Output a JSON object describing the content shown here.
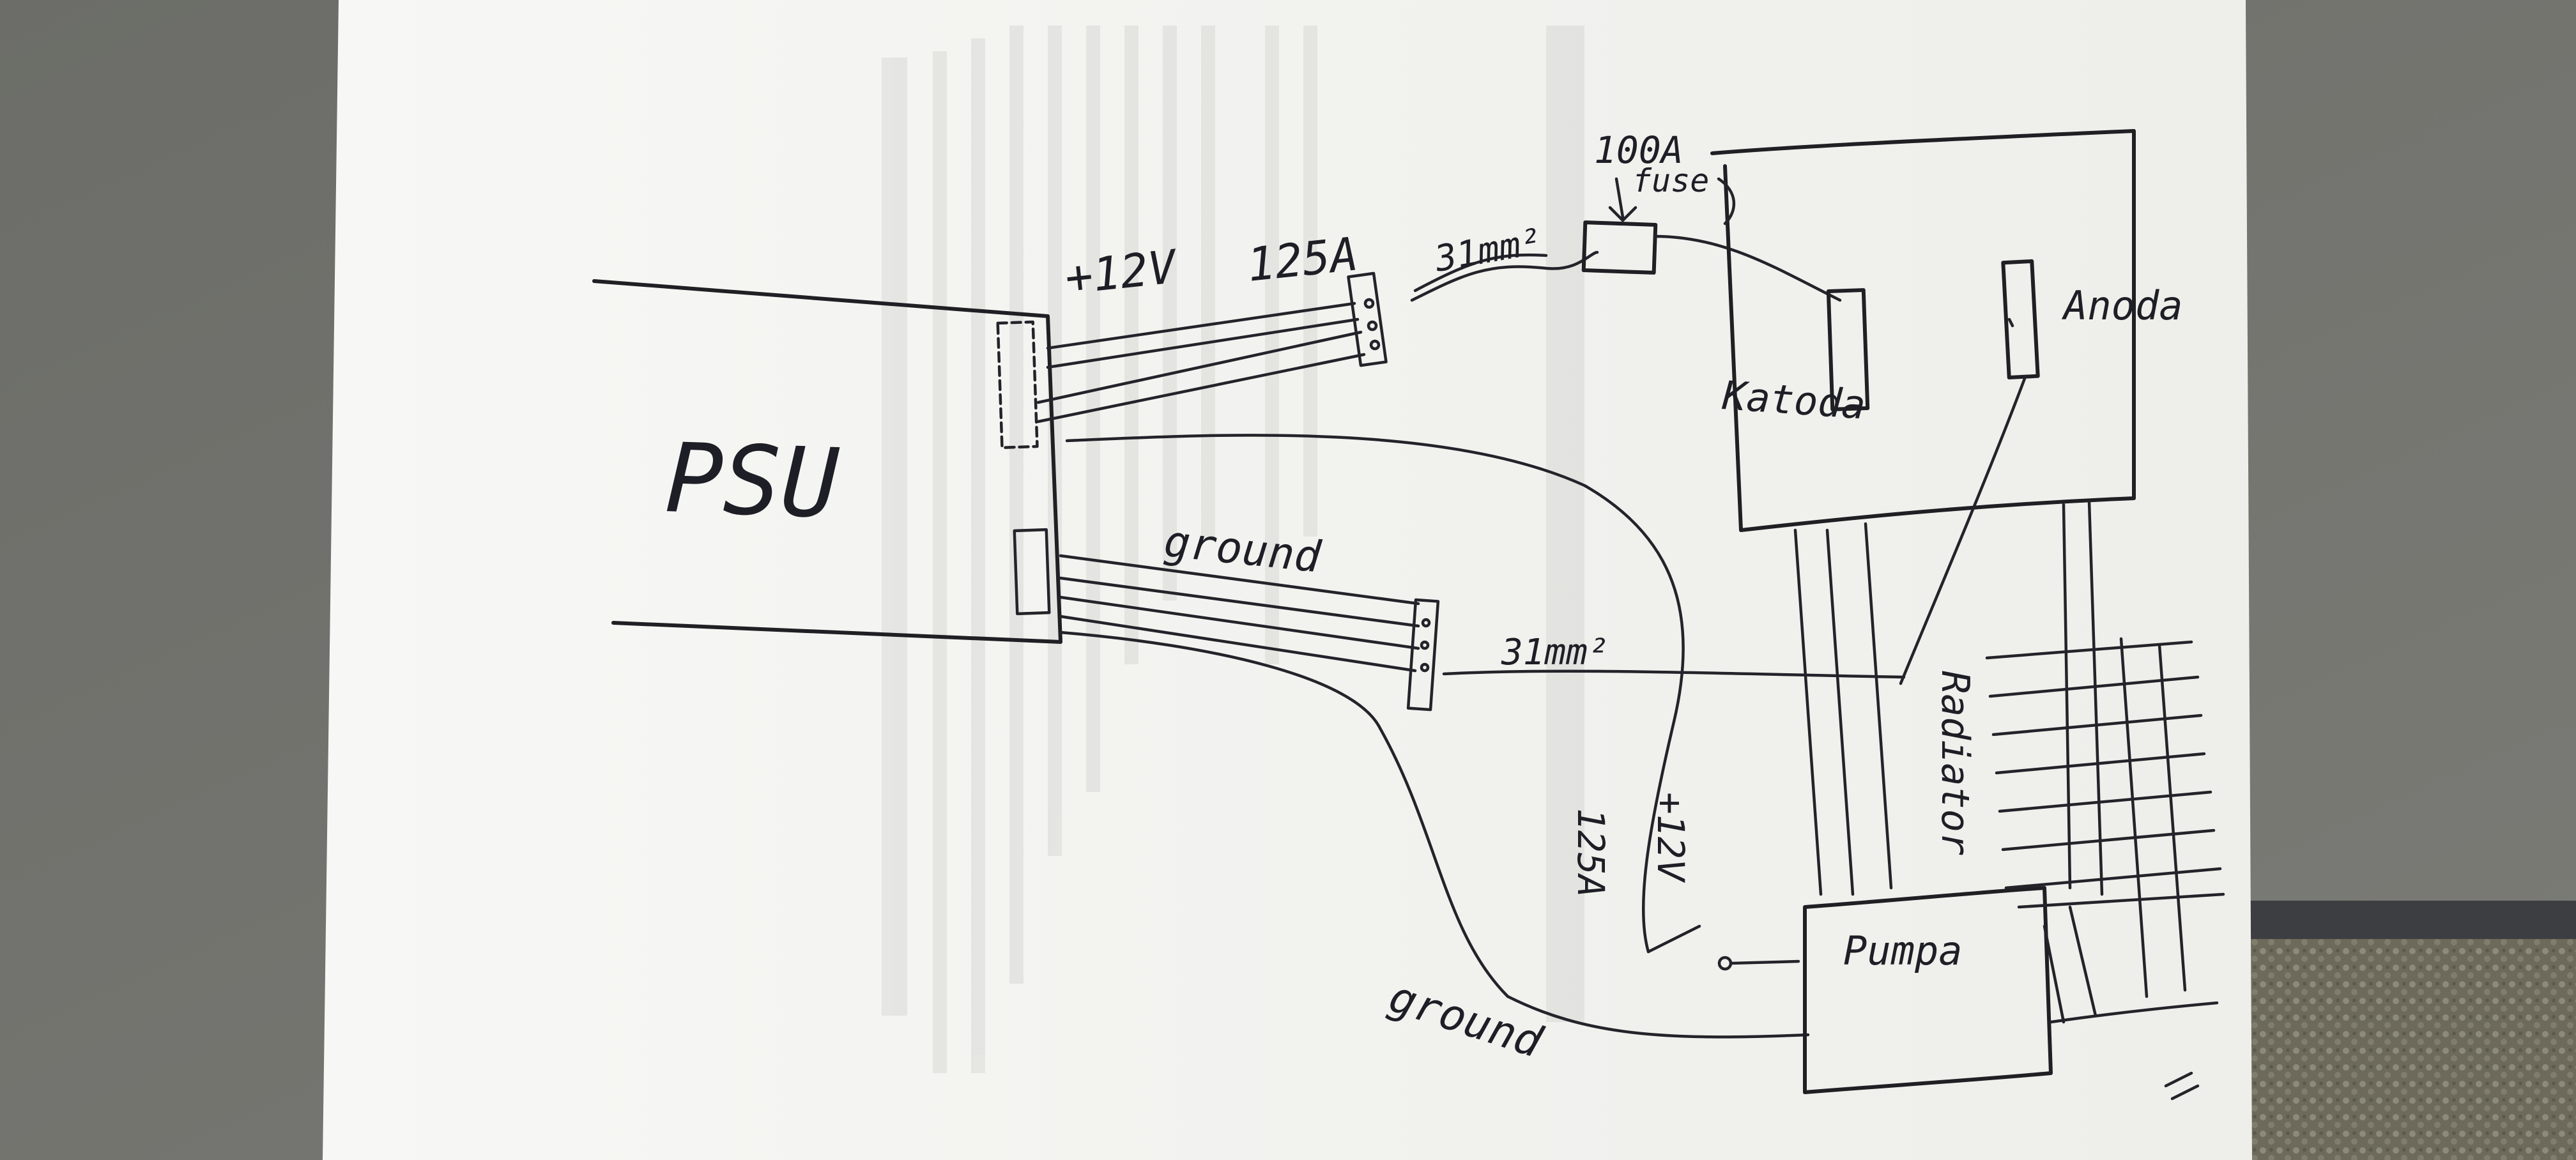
{
  "diagram": {
    "labels": {
      "psu": "PSU",
      "plus12v_top": "+12V",
      "amp125_top": "125A",
      "cable_top": "31mm²",
      "fuse_rating": "100A",
      "fuse": "fuse",
      "katoda": "Katoda",
      "anoda": "Anoda",
      "ground_top": "ground",
      "cable_bottom": "31mm²",
      "radiator": "Radiator",
      "plus12v_side": "+12V",
      "amp125_side": "125A",
      "pumpa": "Pumpa",
      "ground_bottom": "ground"
    }
  },
  "colors": {
    "ink": "#1f1f24",
    "paper": "#f4f4f1",
    "background": "#6f6f69"
  }
}
